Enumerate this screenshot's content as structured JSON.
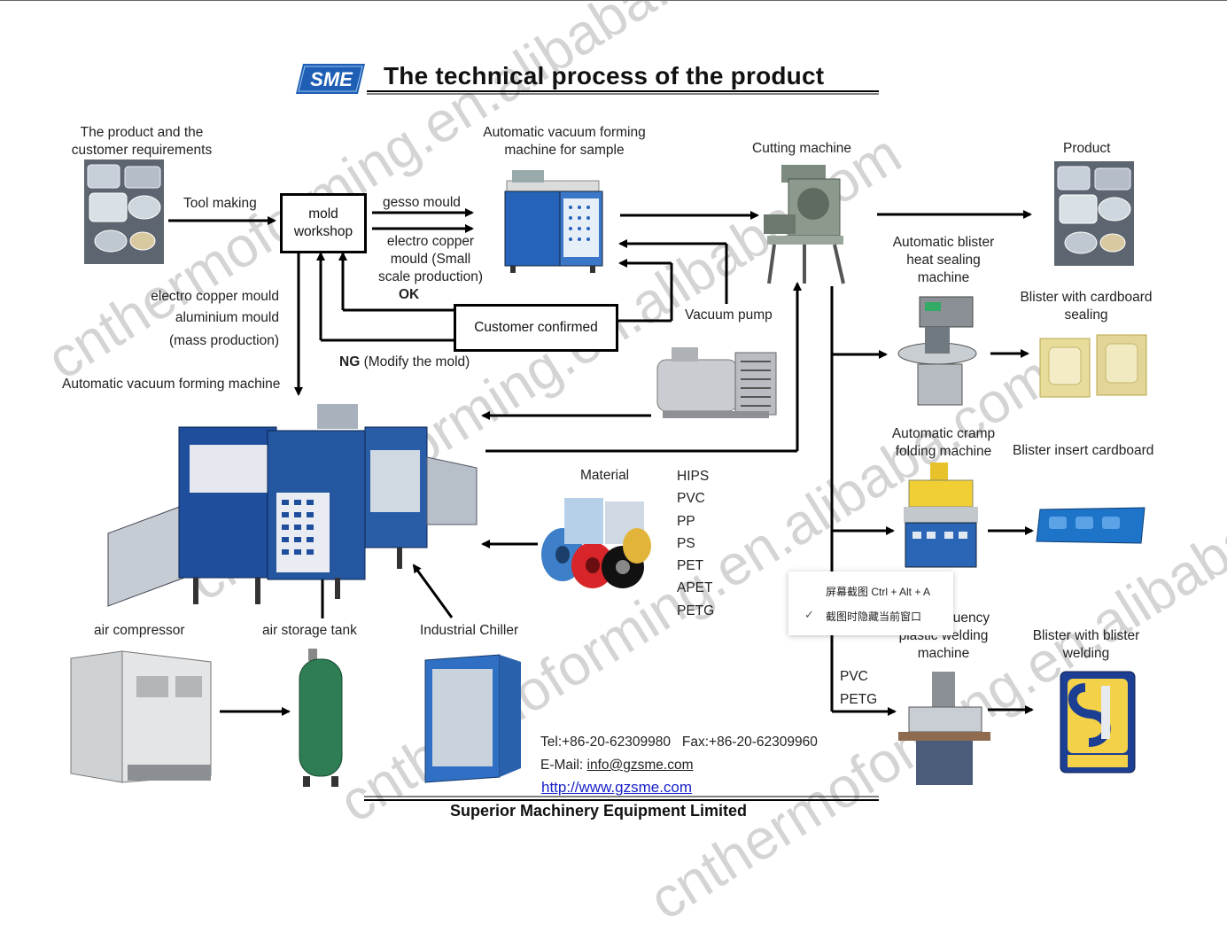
{
  "header": {
    "title": "The technical process of the product",
    "logo_text": "SME"
  },
  "labels": {
    "product_requirements": [
      "The product and the",
      "customer requirements"
    ],
    "tool_making": "Tool making",
    "mold_workshop": [
      "mold",
      "workshop"
    ],
    "gesso_mould": "gesso mould",
    "electro_copper_small": [
      "electro copper",
      "mould (Small",
      "scale production)"
    ],
    "ok": "OK",
    "auto_vacuum_sample": [
      "Automatic vacuum forming",
      "machine for sample"
    ],
    "cutting_machine": "Cutting machine",
    "product": "Product",
    "mass_production": [
      "electro copper mould",
      "aluminium mould",
      "(mass production)"
    ],
    "customer_confirmed": "Customer confirmed",
    "vacuum_pump": "Vacuum pump",
    "ng": "NG",
    "modify_mold": "(Modify the mold)",
    "auto_vacuum_machine": "Automatic vacuum forming machine",
    "heat_sealing": [
      "Automatic blister",
      "heat sealing",
      "machine"
    ],
    "blister_cardboard_sealing": [
      "Blister with cardboard",
      "sealing"
    ],
    "cramp_folding": [
      "Automatic cramp",
      "folding machine"
    ],
    "blister_insert": "Blister insert cardboard",
    "material": "Material",
    "materials_list": [
      "HIPS",
      "PVC",
      "PP",
      "PS",
      "PET",
      "APET",
      "PETG"
    ],
    "air_compressor": "air compressor",
    "air_storage_tank": "air storage tank",
    "industrial_chiller": "Industrial Chiller",
    "hf_welding": [
      "High frequency",
      "plastic welding",
      "machine"
    ],
    "blister_welding": [
      "Blister with blister",
      "welding"
    ],
    "pvc": "PVC",
    "petg": "PETG"
  },
  "contact": {
    "tel": "Tel:+86-20-62309980",
    "fax": "Fax:+86-20-62309960",
    "email_label": "E-Mail:",
    "email": "info@gzsme.com",
    "website": "http://www.gzsme.com",
    "company": "Superior Machinery Equipment Limited"
  },
  "context_menu": {
    "items": [
      "屏幕截图 Ctrl + Alt + A",
      "截图时隐藏当前窗口"
    ],
    "checked_index": 1
  },
  "watermarks": [
    "cnthermoforming.en.alibaba.com",
    "cnthermoforming.en.alibaba.com",
    "cnthermoforming.en.alibaba.com",
    "cnthermoforming.en.alibaba.com"
  ],
  "colors": {
    "machine_blue": "#1f4e9c",
    "chiller_blue": "#2f6fc4",
    "tank_green": "#2e7d55",
    "link": "#1a22c8",
    "arrow": "#000000"
  }
}
